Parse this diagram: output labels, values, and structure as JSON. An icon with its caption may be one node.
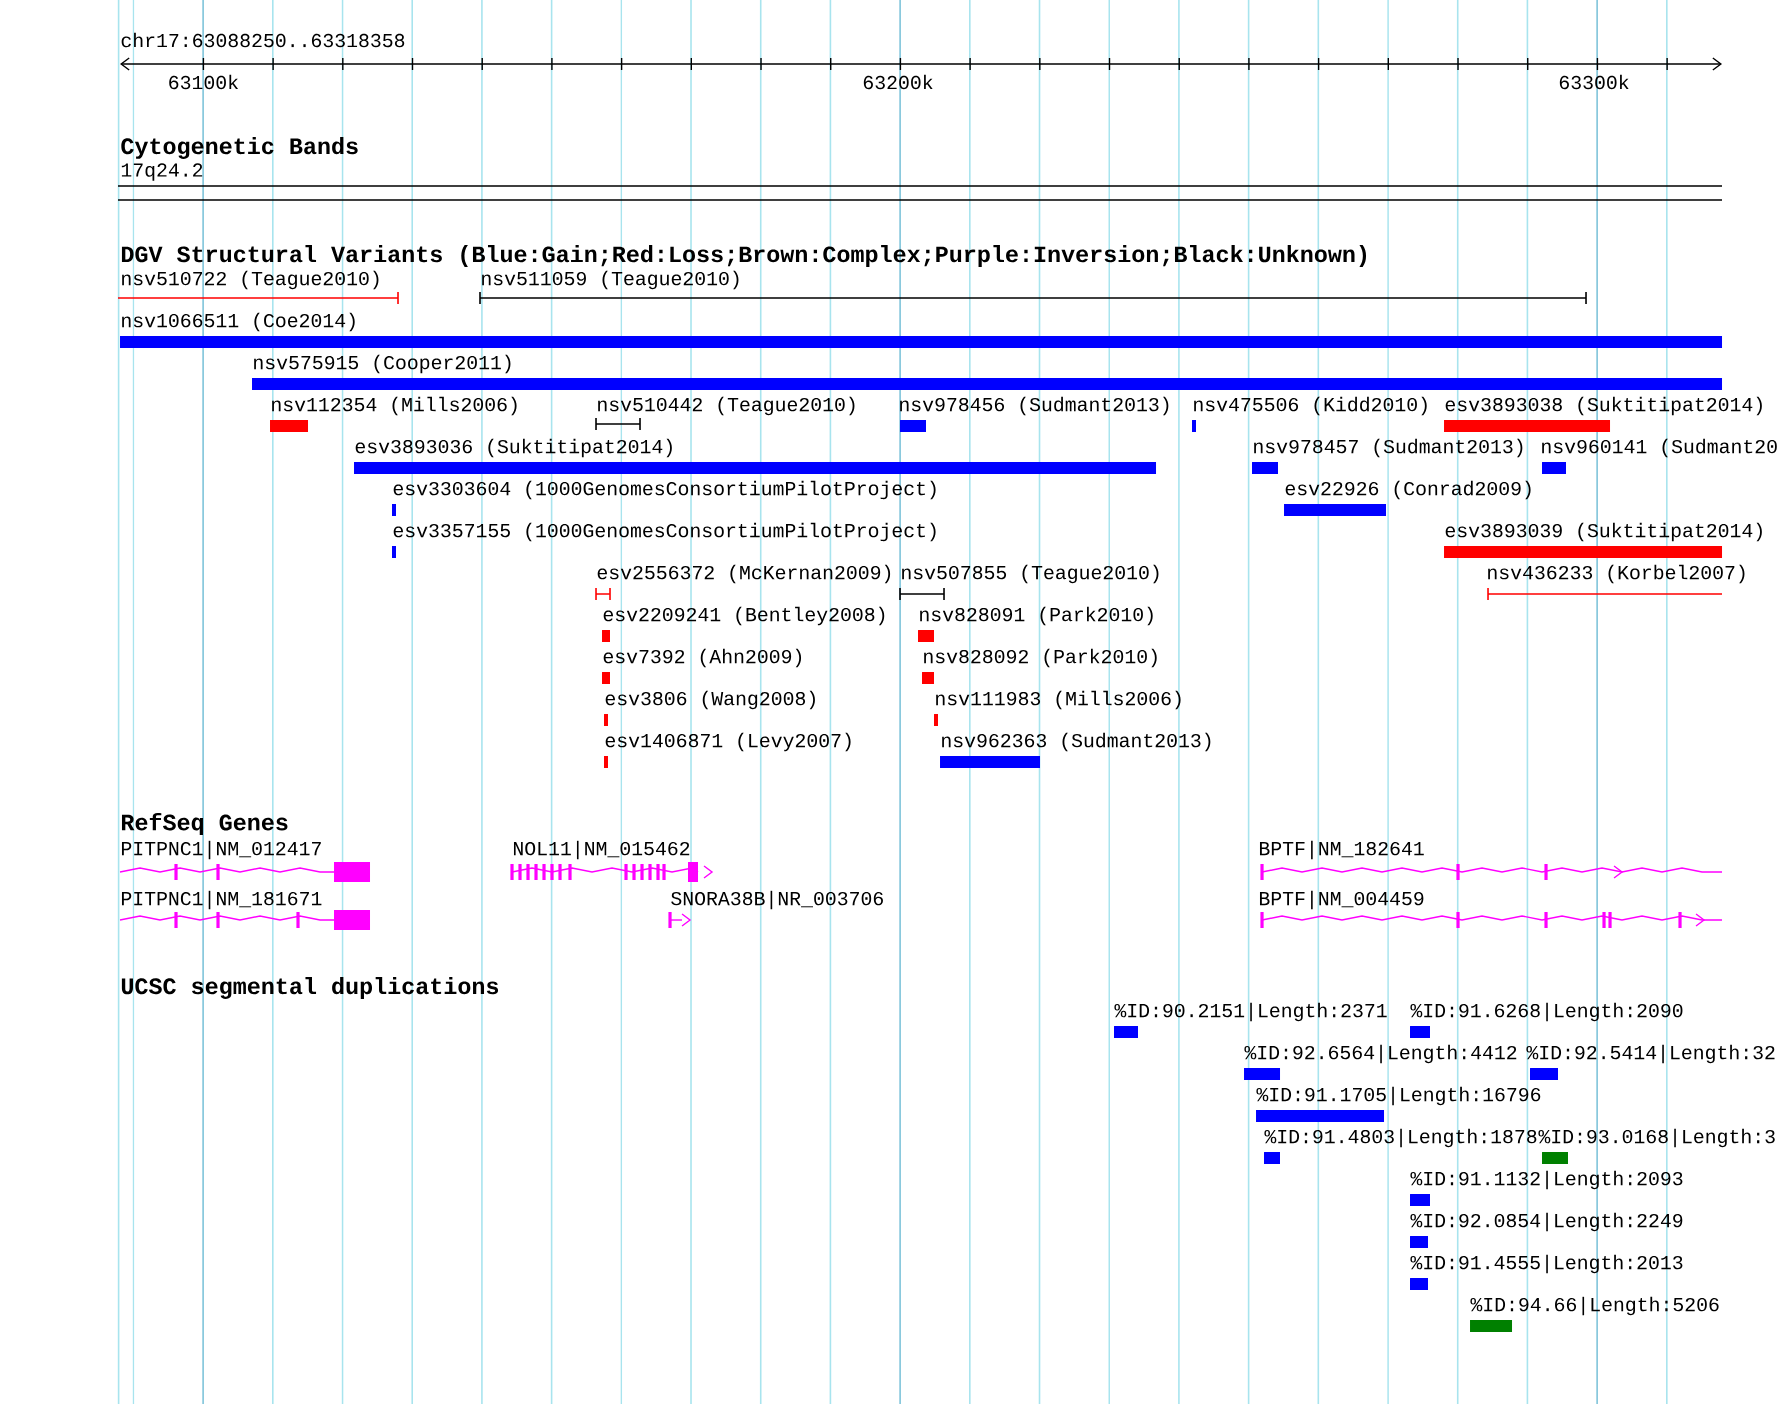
{
  "diagram": {
    "labels": [
      "chr17:63088250..63318358",
      "63100k",
      "63200k",
      "63300k",
      "Cytogenetic Bands",
      "17q24.2",
      "DGV Structural Variants (Blue:Gain;Red:Loss;Brown:Complex;Purple:Inversion;Black:Unknown)",
      "nsv510722 (Teague2010)",
      "nsv511059 (Teague2010)",
      "nsv1066511 (Coe2014)",
      "nsv575915 (Cooper2011)",
      "nsv112354 (Mills2006)",
      "nsv510442 (Teague2010)",
      "nsv978456 (Sudmant2013)",
      "nsv475506 (Kidd2010)",
      "esv3893038 (Suktitipat2014)",
      "esv3893036 (Suktitipat2014)",
      "nsv978457 (Sudmant2013)",
      "nsv960141 (Sudmant20",
      "esv3303604 (1000GenomesConsortiumPilotProject)",
      "esv22926 (Conrad2009)",
      "esv3357155 (1000GenomesConsortiumPilotProject)",
      "esv3893039 (Suktitipat2014)",
      "esv2556372 (McKernan2009)",
      "nsv507855 (Teague2010)",
      "nsv436233 (Korbel2007)",
      "esv2209241 (Bentley2008)",
      "nsv828091 (Park2010)",
      "esv7392 (Ahn2009)",
      "nsv828092 (Park2010)",
      "esv3806 (Wang2008)",
      "nsv111983 (Mills2006)",
      "esv1406871 (Levy2007)",
      "nsv962363 (Sudmant2013)",
      "RefSeq Genes",
      "PITPNC1|NM_012417",
      "NOL11|NM_015462",
      "BPTF|NM_182641",
      "PITPNC1|NM_181671",
      "SNORA38B|NR_003706",
      "BPTF|NM_004459",
      "UCSC segmental duplications",
      "%ID:90.2151|Length:2371",
      "%ID:91.6268|Length:2090",
      "%ID:92.6564|Length:4412",
      "%ID:92.5414|Length:32",
      "%ID:91.1705|Length:16796",
      "%ID:91.4803|Length:1878",
      "%ID:93.0168|Length:3",
      "%ID:91.1132|Length:2093",
      "%ID:92.0854|Length:2249",
      "%ID:91.4555|Length:2013",
      "%ID:94.66|Length:5206"
    ]
  }
}
